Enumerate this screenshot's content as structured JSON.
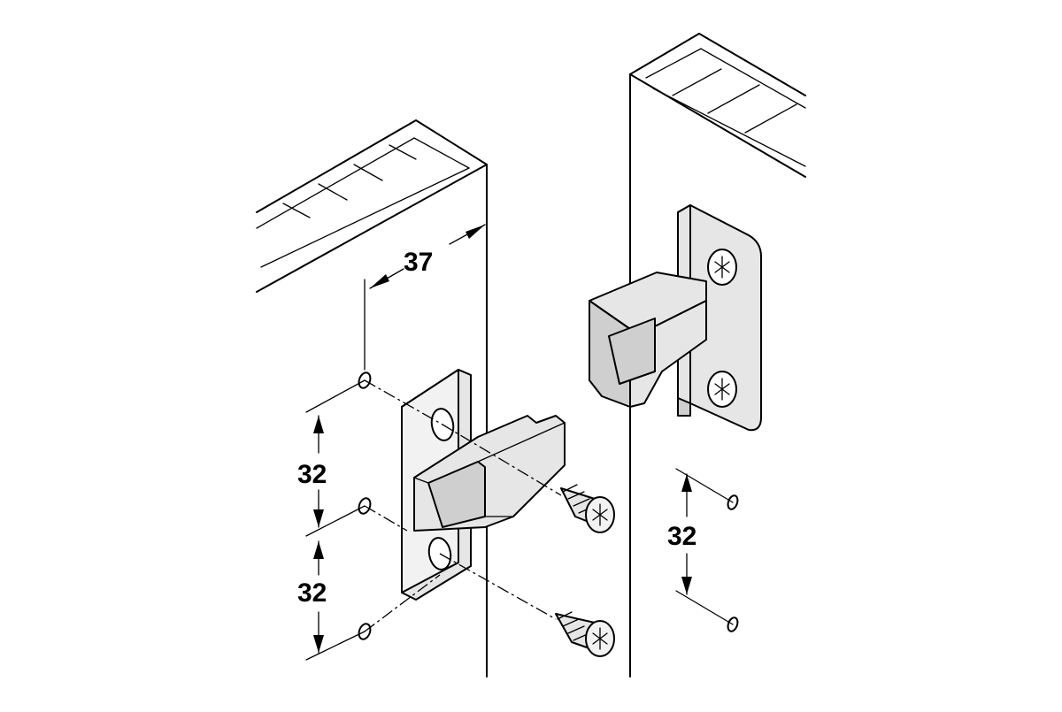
{
  "dimensions": {
    "depth": "37",
    "hole_spacing_1": "32",
    "hole_spacing_2": "32",
    "hole_spacing_right": "32"
  },
  "colors": {
    "line": "#000000",
    "part_fill": "#e6e6e6",
    "part_shadow": "#cfcfcf",
    "background": "#ffffff"
  }
}
